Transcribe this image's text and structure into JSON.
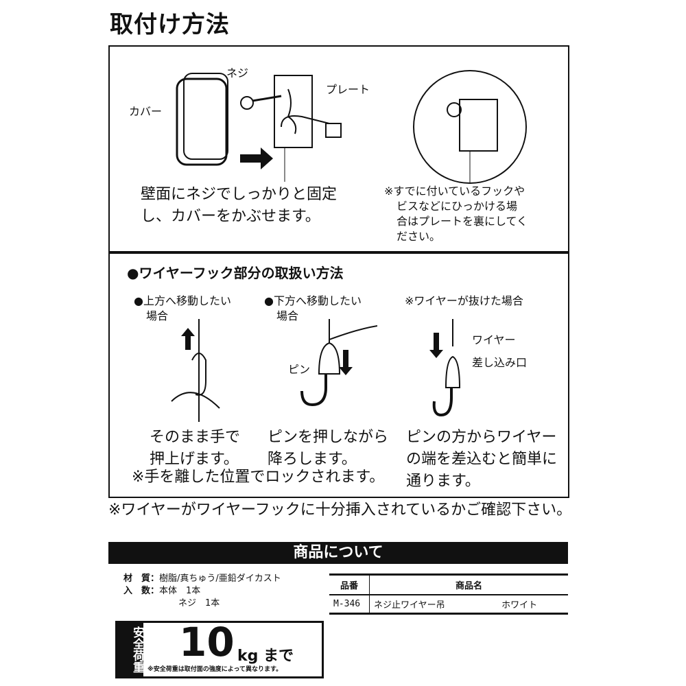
{
  "title": "取付け方法",
  "install": {
    "labels": {
      "cover": "カバー",
      "screw": "ネジ",
      "plate": "プレート"
    },
    "instruction": [
      "壁面にネジでしっかりと固定",
      "し、カバーをかぶせます。"
    ],
    "note": [
      "※すでに付いているフックや",
      "ビスなどにひっかける場",
      "合はプレートを裏にしてく",
      "ださい。"
    ]
  },
  "handling": {
    "heading": "●ワイヤーフック部分の取扱い方法",
    "steps": [
      {
        "caption": [
          "●上方へ移動したい",
          "場合"
        ],
        "text": [
          "そのまま手で",
          "押上げます。"
        ]
      },
      {
        "caption": [
          "●下方へ移動したい",
          "場合"
        ],
        "label": "ピン",
        "text": [
          "ピンを押しながら",
          "降ろします。"
        ]
      },
      {
        "caption": [
          "※ワイヤーが抜けた場合"
        ],
        "labels": [
          "ワイヤー",
          "差し込み口"
        ],
        "text": [
          "ピンの方からワイヤー",
          "の端を差込むと簡単に",
          "通ります。"
        ]
      }
    ],
    "lock_note": "※手を離した位置でロックされます。"
  },
  "insert_note": "※ワイヤーがワイヤーフックに十分挿入されているかご確認下さい。",
  "product": {
    "heading": "商品について",
    "material_label": "材　質：",
    "material": "樹脂/真ちゅう/亜鉛ダイカスト",
    "qty_label": "入　数：",
    "qty": [
      "本体　1本",
      "ネジ　1本"
    ],
    "table": {
      "headers": [
        "品番",
        "商品名"
      ],
      "row": [
        "M-346",
        "ネジ止ワイヤー吊",
        "ホワイト"
      ]
    },
    "load": {
      "label": "安全荷重",
      "value": "10",
      "unit": "kg まで",
      "note": "※安全荷重は取付面の強度によって異なります。"
    }
  }
}
